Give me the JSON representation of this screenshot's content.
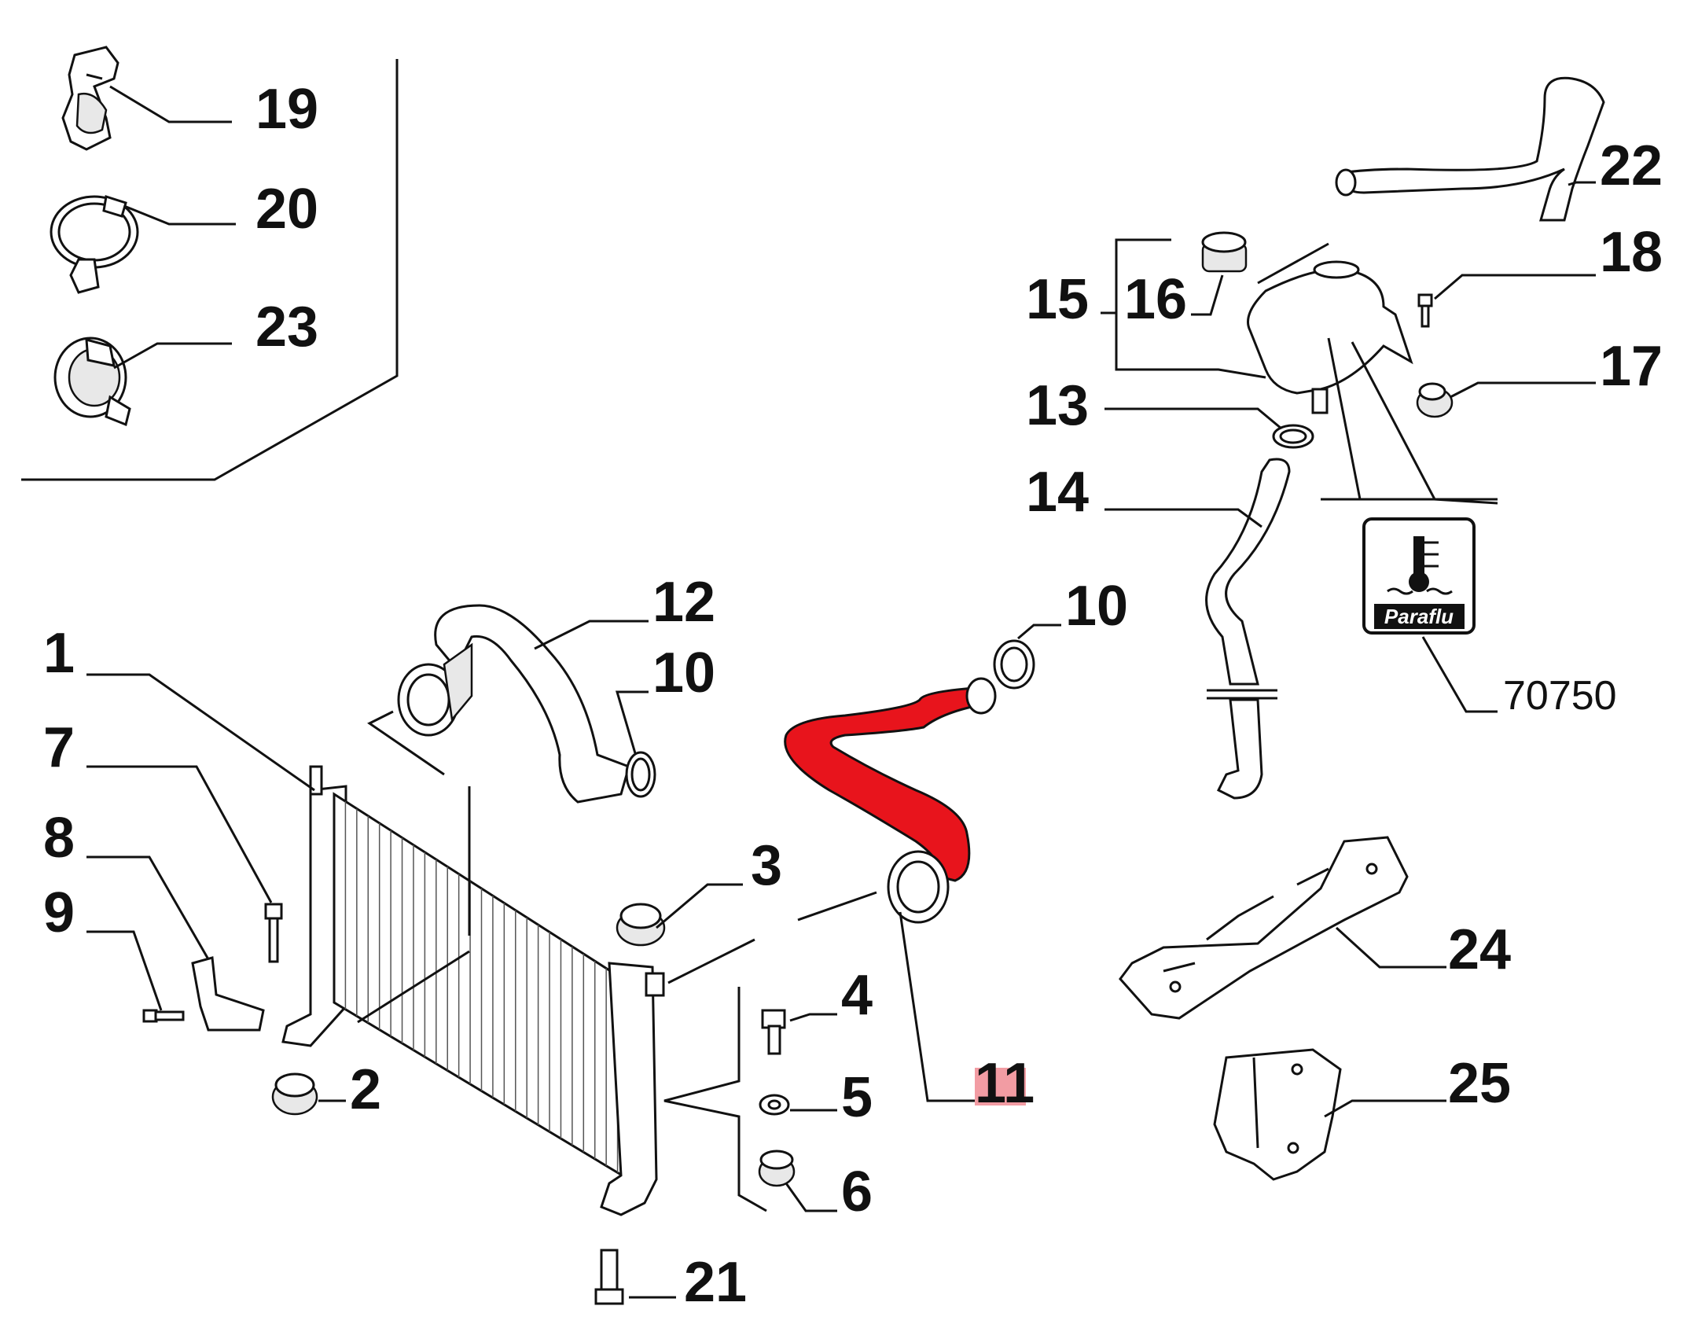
{
  "diagram": {
    "callouts": {
      "c1": "1",
      "c2": "2",
      "c3": "3",
      "c4": "4",
      "c5": "5",
      "c6": "6",
      "c7": "7",
      "c8": "8",
      "c9": "9",
      "c10a": "10",
      "c10b": "10",
      "c11": "11",
      "c12": "12",
      "c13": "13",
      "c14": "14",
      "c15": "15",
      "c16": "16",
      "c17": "17",
      "c18": "18",
      "c19": "19",
      "c20": "20",
      "c21": "21",
      "c22": "22",
      "c23": "23",
      "c24": "24",
      "c25": "25",
      "c70750": "70750"
    },
    "logo_text": "Paraflu",
    "highlighted_part": "11",
    "colors": {
      "highlight_hose": "#e8141c",
      "highlight_label": "#f29ca3",
      "ink": "#111111"
    }
  }
}
